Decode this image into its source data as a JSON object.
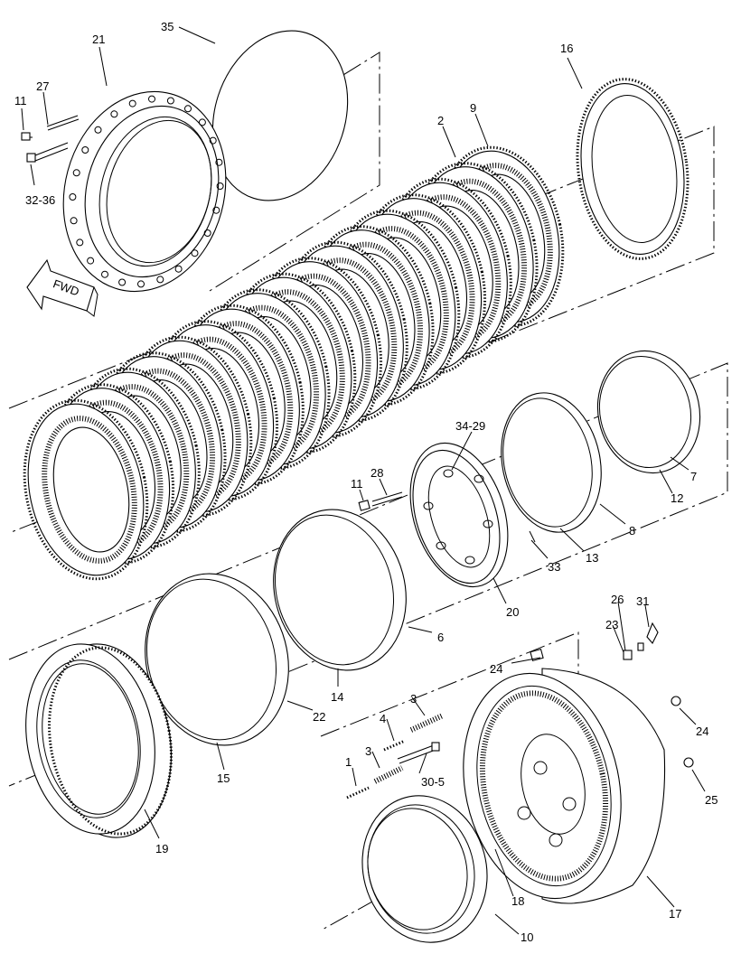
{
  "diagram": {
    "fwd_label": "FWD",
    "callouts": {
      "c1": "1",
      "c2": "2",
      "c3a": "3",
      "c3b": "3",
      "c4": "4",
      "c6": "6",
      "c7": "7",
      "c8": "8",
      "c9": "9",
      "c10": "10",
      "c11a": "11",
      "c11b": "11",
      "c12": "12",
      "c13": "13",
      "c14": "14",
      "c15": "15",
      "c16": "16",
      "c17": "17",
      "c18": "18",
      "c19": "19",
      "c20": "20",
      "c21": "21",
      "c22": "22",
      "c23": "23",
      "c24a": "24",
      "c24b": "24",
      "c25": "25",
      "c26": "26",
      "c27": "27",
      "c28": "28",
      "c29": "34-29",
      "c30": "30-5",
      "c31": "31",
      "c32": "32-36",
      "c33": "33",
      "c35": "35"
    }
  }
}
